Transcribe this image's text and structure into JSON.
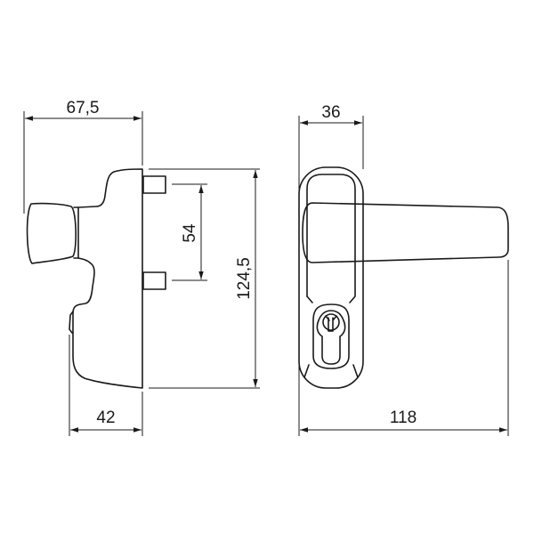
{
  "dimensions": {
    "side_width": "67,5",
    "pin_spacing": "54",
    "side_height": "124,5",
    "side_depth": "42",
    "plate_width": "36",
    "handle_length": "118"
  },
  "colors": {
    "line": "#1a1a1a",
    "background": "#ffffff"
  }
}
